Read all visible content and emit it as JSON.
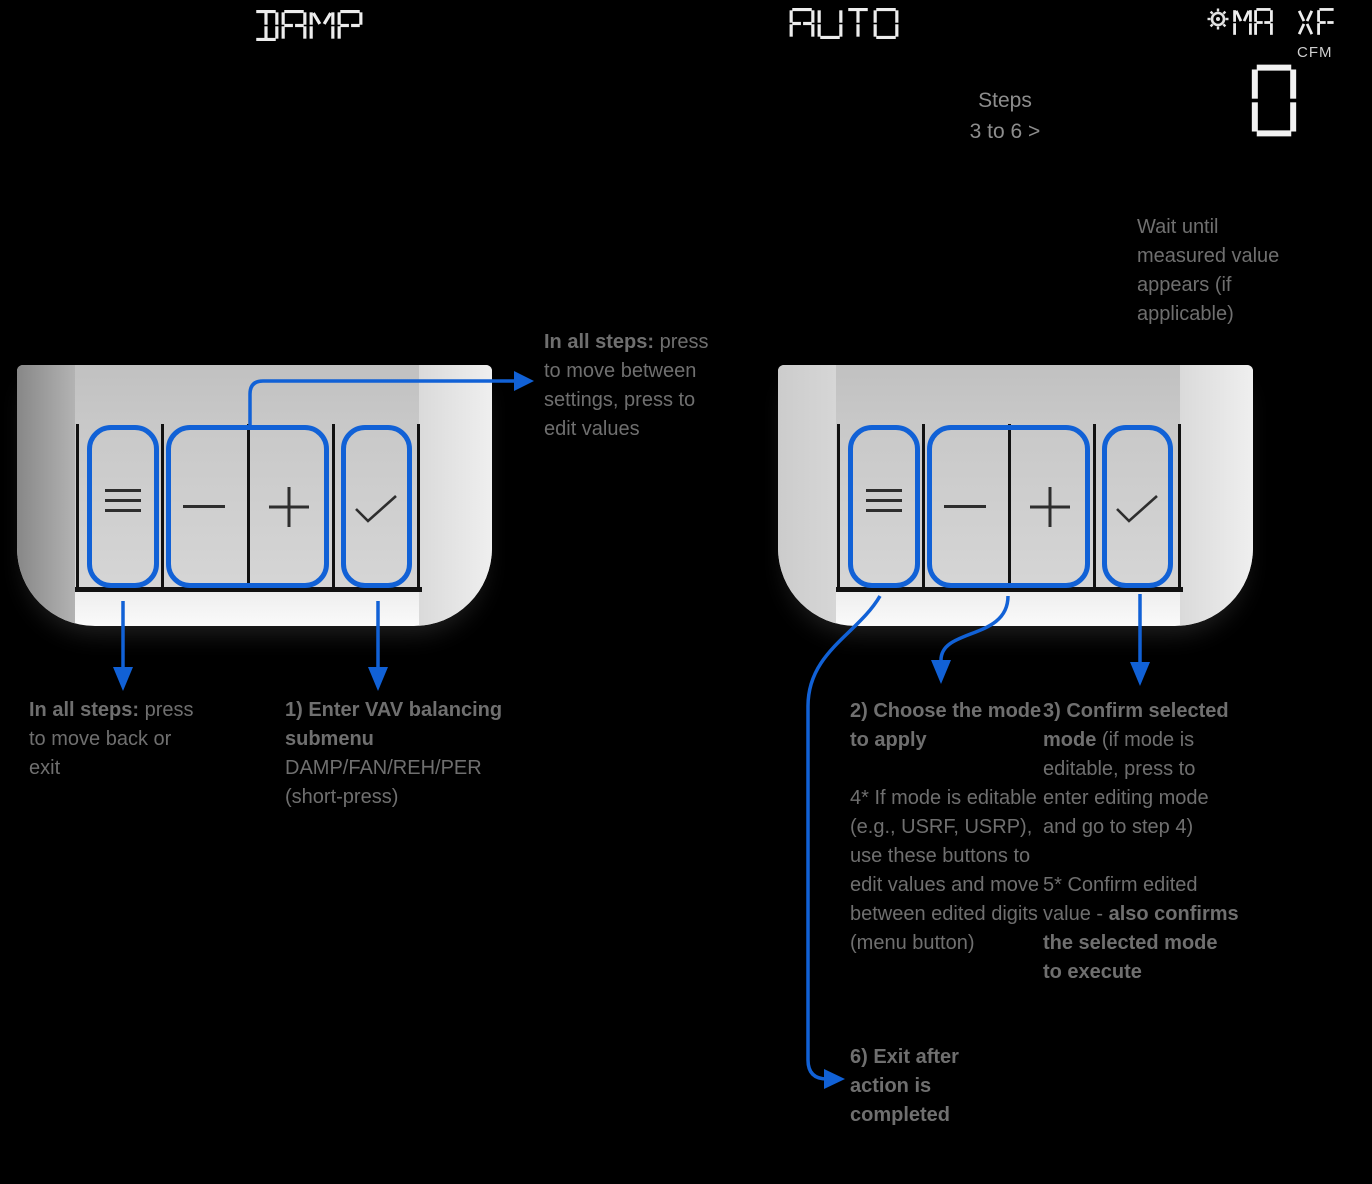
{
  "display": {
    "left_mode": "DAMP",
    "right_mode": "AUTO",
    "status_mode": "MA XF",
    "status_icon": "gear",
    "unit": "CFM",
    "value": "0"
  },
  "steps_note": {
    "line1": "Steps",
    "line2": "3 to 6 >"
  },
  "wait_note": "Wait until measured value appears (if applicable)",
  "notes": {
    "between": {
      "title": "In all steps:",
      "body": "press to move between settings, press to edit values"
    },
    "back": {
      "title": "In all steps:",
      "body": "press to move back or exit"
    },
    "step1": {
      "title": "1) Enter VAV balancing submenu",
      "body": "DAMP/FAN/REH/PER (short-press)"
    },
    "step2_4": {
      "title": "2) Choose the mode to apply",
      "body": "4* If mode is editable (e.g., USRF, USRP), use these buttons to edit values and move between edited digits (menu button)"
    },
    "step3_5": {
      "title": "3) Confirm selected mode",
      "body": "(if mode is editable, press to enter editing mode and go to step 4)",
      "body2_regular": "5* Confirm edited value - ",
      "body2_bold": "also confirms the selected mode to execute"
    },
    "step6": {
      "title": "6) Exit after action is completed"
    }
  },
  "buttons": {
    "menu": "menu",
    "minus": "minus",
    "plus": "plus",
    "confirm": "confirm"
  },
  "colors": {
    "accent_blue": "#1161d6",
    "note_gray": "#6f6f6f",
    "segment_white": "#ededed"
  }
}
